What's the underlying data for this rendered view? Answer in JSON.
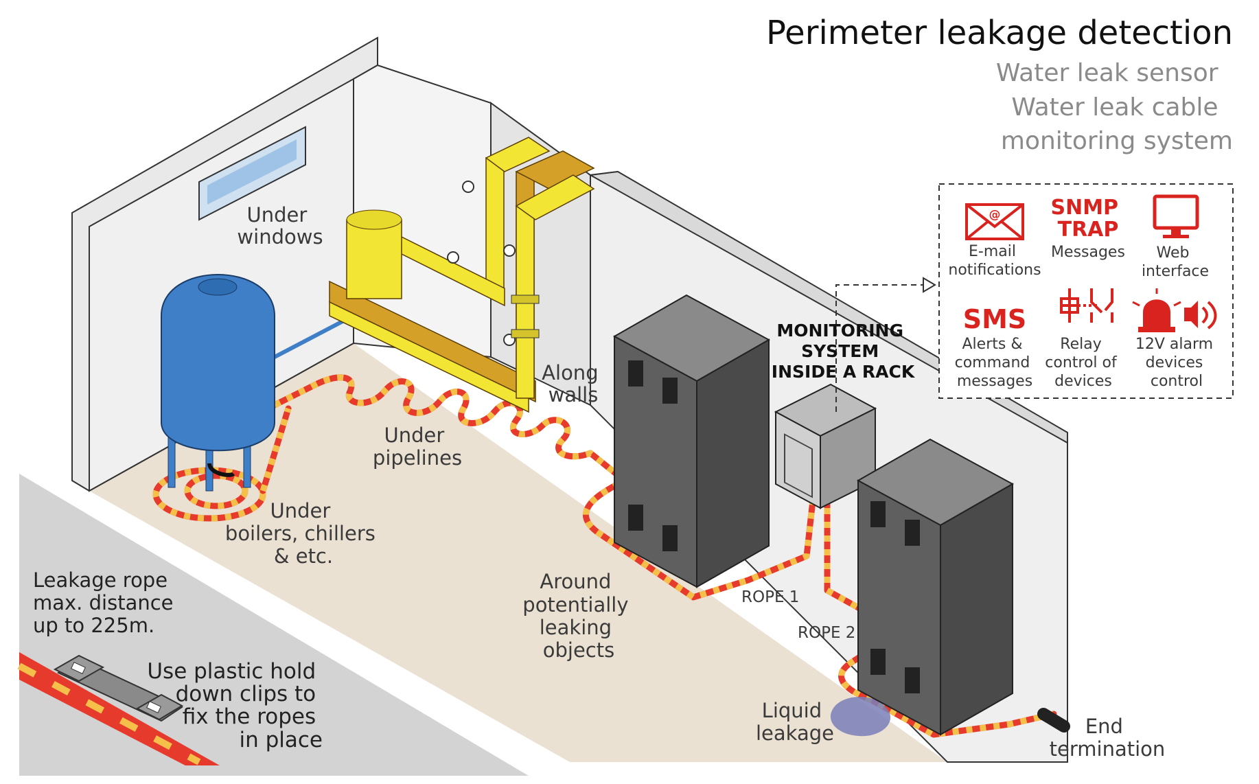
{
  "title": {
    "main": "Perimeter leakage detection",
    "sub": [
      "Water leak sensor",
      "Water leak cable",
      "monitoring system"
    ]
  },
  "features": [
    {
      "icon": "email-icon",
      "lines": [
        "E-mail",
        "notifications"
      ]
    },
    {
      "icon": "snmp-trap-icon",
      "icon_text": [
        "SNMP",
        "TRAP"
      ],
      "lines": [
        "Messages"
      ]
    },
    {
      "icon": "monitor-icon",
      "lines": [
        "Web",
        "interface"
      ]
    },
    {
      "icon": "sms-icon",
      "icon_text": [
        "SMS"
      ],
      "lines": [
        "Alerts &",
        "command",
        "messages"
      ]
    },
    {
      "icon": "relay-icon",
      "lines": [
        "Relay",
        "control of",
        "devices"
      ]
    },
    {
      "icon": "alarm-siren-icon",
      "lines": [
        "12V alarm",
        "devices",
        "control"
      ]
    }
  ],
  "monitoring_label": [
    "MONITORING",
    "SYSTEM",
    "INSIDE A RACK"
  ],
  "labels": {
    "under_windows": [
      "Under",
      "windows"
    ],
    "along_walls": [
      "Along",
      "walls"
    ],
    "under_pipelines": [
      "Under",
      "pipelines"
    ],
    "under_boilers": [
      "Under",
      "boilers, chillers",
      "& etc."
    ],
    "around_objects": [
      "Around",
      "potentially",
      "leaking",
      "objects"
    ],
    "rope1": "ROPE 1",
    "rope2": "ROPE 2",
    "liquid": [
      "Liquid",
      "leakage"
    ],
    "end": [
      "End",
      "termination"
    ],
    "max_distance": [
      "Leakage rope",
      "max. distance",
      "up to 225m."
    ],
    "clips": [
      "Use plastic hold",
      "down clips to",
      "fix the ropes",
      "in place"
    ]
  },
  "colors": {
    "rope_red": "#e53a2c",
    "rope_yellow": "#f5c04a",
    "accent_red": "#d9231f",
    "tank_blue": "#3f7fc8",
    "pipe_yellow": "#f2e534",
    "pipe_gold": "#d4a027",
    "rack_grey": "#5f5f5f",
    "floor": "#ebe1d3"
  }
}
